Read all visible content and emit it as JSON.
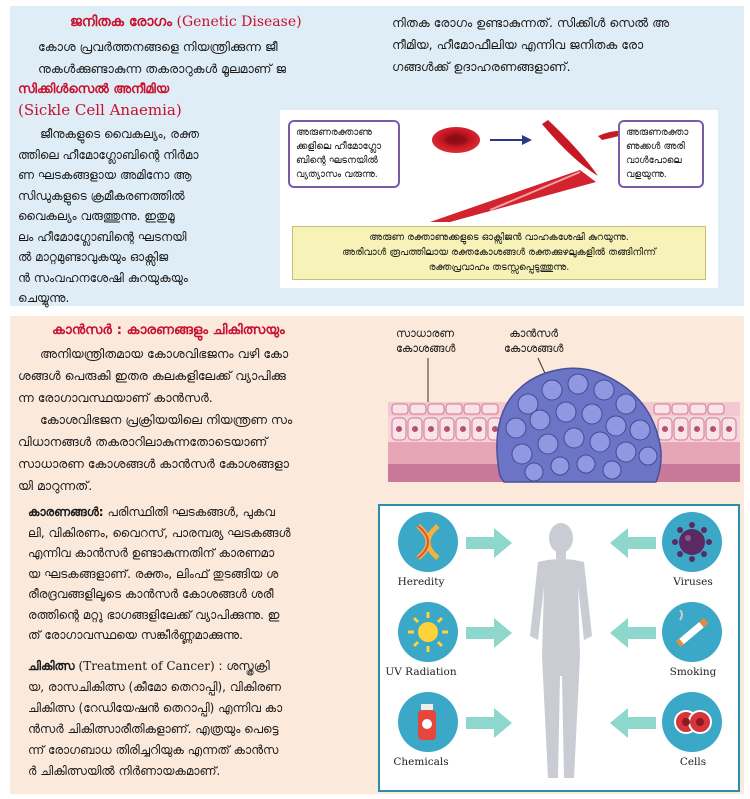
{
  "genetic": {
    "heading_ml": "ജനിതക രോഗം",
    "heading_en": "(Genetic Disease)",
    "left_lines": [
      "കോശ പ്രവർത്തനങ്ങളെ നിയന്ത്രിക്കുന്ന ജീ",
      "നുകൾക്കുണ്ടാകുന്ന തകരാറുകൾ മൂലമാണ് ജ"
    ],
    "right_lines": [
      "നിതക രോഗം ഉണ്ടാകുന്നത്. സിക്കിൾ സെൽ അ",
      "നീമിയ, ഹീമോഫീലിയ എന്നിവ ജനിതക രോ",
      "ഗങ്ങൾക്ക് ഉദാഹരണങ്ങളാണ്."
    ]
  },
  "sickle": {
    "heading_ml": "സിക്കിൾസെൽ അനീമിയ",
    "heading_en": "(Sickle Cell Anaemia)",
    "lines": [
      "ജീനുകളുടെ വൈകല്യം, രക്ത",
      "ത്തിലെ ഹീമോഗ്ലോബിന്റെ നിർമാ",
      "ണ ഘടകങ്ങളായ അമിനോ ആ",
      "സിഡുകളുടെ ക്രമീകരണത്തിൽ",
      "വൈകല്യം വരുത്തുന്നു. ഇതുമൂ",
      "ലം ഹീമോഗ്ലോബിന്റെ ഘടനയി",
      "ൽ മാറ്റമുണ്ടാവുകയും ഓക്സിജ",
      "ൻ സംവഹനശേഷി കുറയുകയും",
      "ചെയ്യുന്നു."
    ],
    "figure": {
      "left_note": [
        "അരുണരക്താണു",
        "ക്കളിലെ ഹീമോഗ്ലോ",
        "ബിന്റെ ഘടനയിൽ",
        "വ്യത്യാസം വരുന്നു."
      ],
      "right_note": [
        "അരുണരക്താ",
        "ണുക്കൾ അരി",
        "വാൾപോലെ",
        "വളയുന്നു."
      ],
      "caption": [
        "അരുണ രക്താണുക്കളുടെ ഓക്സിജൻ വാഹകശേഷി കുറയുന്നു.",
        "അരിവാൾ രൂപത്തിലായ രക്തകോശങ്ങൾ രക്തക്കുഴലുകളിൽ തങ്ങിനിന്ന്",
        "രക്തപ്രവാഹം തടസ്സപ്പെടുത്തുന്നു."
      ]
    }
  },
  "cancer": {
    "heading": "കാൻസർ : കാരണങ്ങളും ചികിത്സയും",
    "para1": [
      "അനിയന്ത്രിതമായ കോശവിഭജനം വഴി കോ",
      "ശങ്ങൾ പെരുകി ഇതര കലകളിലേക്ക് വ്യാപിക്കു",
      "ന്ന രോഗാവസ്ഥയാണ് കാൻസർ."
    ],
    "para2": [
      "കോശവിഭജന പ്രക്രിയയിലെ നിയന്ത്രണ സം",
      "വിധാനങ്ങൾ  തകരാറിലാകുന്നതോടെയാണ്",
      "സാധാരണ കോശങ്ങൾ കാൻസർ കോശങ്ങളാ",
      "യി മാറുന്നത്."
    ],
    "cell_labels": {
      "normal": [
        "സാധാരണ",
        "കോശങ്ങൾ"
      ],
      "cancer": [
        "കാൻസർ",
        "കോശങ്ങൾ"
      ]
    },
    "causes_label": "കാരണങ്ങൾ:",
    "causes": [
      " പരിസ്ഥിതി ഘടകങ്ങൾ, പുകവ",
      "ലി, വികിരണം, വൈറസ്, പാരമ്പര്യ ഘടകങ്ങൾ",
      "എന്നിവ കാൻസർ ഉണ്ടാകുന്നതിന് കാരണമാ",
      "യ ഘടകങ്ങളാണ്. രക്തം, ലിംഫ് തുടങ്ങിയ ശ",
      "രീരദ്രവങ്ങളിലൂടെ കാൻസർ കോശങ്ങൾ ശരീ",
      "രത്തിന്റെ മറ്റു ഭാഗങ്ങളിലേക്ക് വ്യാപിക്കുന്നു. ഇ",
      "ത് രോഗാവസ്ഥയെ സങ്കീർണ്ണമാക്കുന്നു."
    ],
    "treatment_label_ml": "ചികിത്സ",
    "treatment_label_en": " (Treatment of Cancer)",
    "treatment": [
      " : ശസ്ത്രക്രി",
      "യ, രാസചികിത്സ (കീമോ തെറാപ്പി), വികിരണ",
      "ചികിത്സ (റേഡിയേഷൻ തെറാപ്പി) എന്നിവ കാ",
      "ൻസർ ചികിത്സാരീതികളാണ്. എത്രയും പെട്ടെ",
      "ന്ന് രോഗബാധ തിരിച്ചറിയുക എന്നത് കാൻസ",
      "ർ ചികിത്സയിൽ നിർണായകമാണ്."
    ],
    "factors": {
      "heredity": "Heredity",
      "uv": "UV Radiation",
      "chemicals": "Chemicals",
      "viruses": "Viruses",
      "smoking": "Smoking",
      "cells": "Cells"
    }
  },
  "colors": {
    "heading_red": "#c8102e",
    "top_panel": "#dfeef6",
    "bottom_panel": "#fbe9dc",
    "icon_teal": "#3aa8c6",
    "arrow_green": "#8ed7cc"
  }
}
